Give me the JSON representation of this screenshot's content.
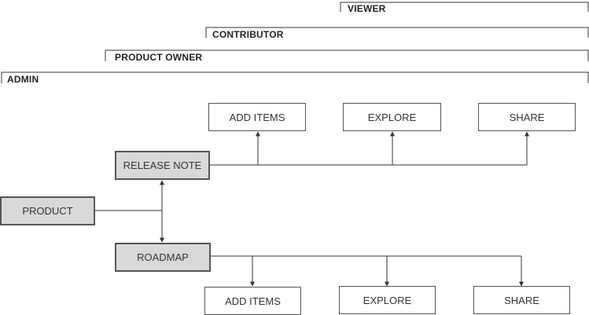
{
  "roles": {
    "viewer": "VIEWER",
    "contributor": "CONTRIBUTOR",
    "product_owner": "PRODUCT OWNER",
    "admin": "ADMIN"
  },
  "nodes": {
    "product": "PRODUCT",
    "release_note": "RELEASE NOTE",
    "roadmap": "ROADMAP",
    "release_add_items": "ADD ITEMS",
    "release_explore": "EXPLORE",
    "release_share": "SHARE",
    "roadmap_add_items": "ADD ITEMS",
    "roadmap_explore": "EXPLORE",
    "roadmap_share": "SHARE"
  },
  "colors": {
    "line": "#333333",
    "primary_fill": "#d9d9d9",
    "primary_border": "#555555",
    "secondary_border": "#555555"
  }
}
